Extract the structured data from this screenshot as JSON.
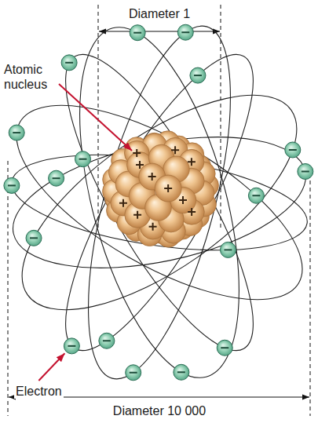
{
  "diagram": {
    "labels": [
      "Diameter 1",
      "Atomic nucleus",
      "Electron",
      "Diameter 10 000"
    ]
  }
}
